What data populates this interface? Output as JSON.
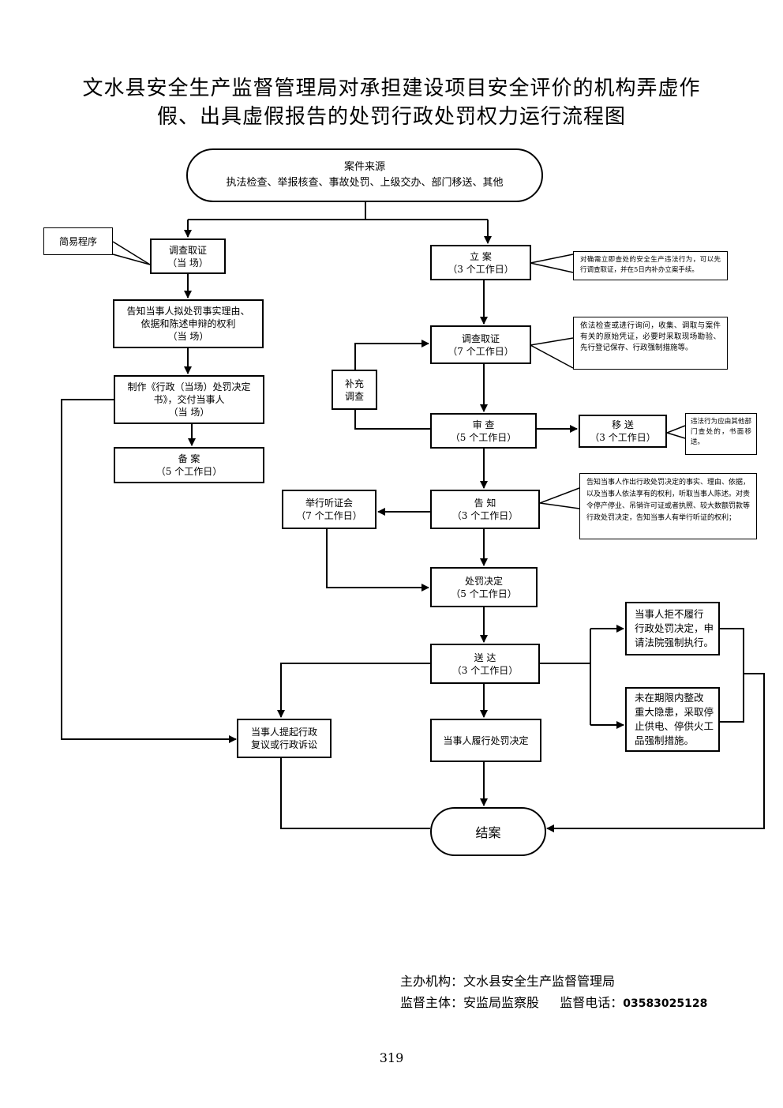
{
  "title": {
    "line1": "文水县安全生产监督管理局对承担建设项目安全评价的机构弄虚作",
    "line2": "假、出具虚假报告的处罚行政处罚权力运行流程图"
  },
  "source": {
    "line1": "案件来源",
    "line2": "执法检查、举报核查、事故处罚、上级交办、部门移送、其他"
  },
  "simple": {
    "label": "简易程序",
    "investigate": {
      "line1": "调查取证",
      "line2": "（当  场）"
    },
    "notify": {
      "line1": "告知当事人拟处罚事实理由、",
      "line2": "依据和陈述申辩的权利",
      "line3": "（当       场）"
    },
    "decide": {
      "line1": "制作《行政（当场）处罚决定",
      "line2": "书》，交付当事人",
      "line3": "（当       场）"
    },
    "archive": {
      "line1": "备       案",
      "line2": "（5 个工作日）"
    }
  },
  "general": {
    "register": {
      "line1": "立       案",
      "line2": "（3 个工作日）"
    },
    "register_note": "对确需立即查处的安全生产违法行为，可以先行调查取证，并在5日内补办立案手续。",
    "investigate": {
      "line1": "调查取证",
      "line2": "（7 个工作日）"
    },
    "investigate_note": "依法检查或进行询问，收集、调取与案件有关的原始凭证，必要时采取现场勘验、先行登记保存、行政强制措施等。",
    "supplement": {
      "line1": "补充",
      "line2": "调查"
    },
    "review": {
      "line1": "审        查",
      "line2": "（5     个工作日）"
    },
    "transfer": {
      "line1": "移     送",
      "line2": "（3 个工作日）"
    },
    "transfer_note": "违法行为应由其他部门查处的，书面移送。",
    "inform": {
      "line1": "告       知",
      "line2": "（3 个工作日）"
    },
    "inform_note": "告知当事人作出行政处罚决定的事实、理由、依据，以及当事人依法享有的权利，听取当事人陈述。对责令停产停业、吊销许可证或者执照、较大数额罚款等行政处罚决定，告知当事人有举行听证的权利；",
    "hearing": {
      "line1": "举行听证会",
      "line2": "（7 个工作日）"
    },
    "decision": {
      "line1": "处罚决定",
      "line2": "（5 个工作日）"
    },
    "deliver": {
      "line1": "送       达",
      "line2": "（3 个工作日）"
    },
    "appeal": {
      "line1": "当事人提起行政",
      "line2": "复议或行政诉讼"
    },
    "comply": "当事人履行处罚决定",
    "refuse": {
      "line1": "当事人拒不履行",
      "line2": "行政处罚决定，申",
      "line3": "请法院强制执行。"
    },
    "hazard": {
      "line1": "未在期限内整改",
      "line2": "重大隐患，采取停",
      "line3": "止供电、停供火工",
      "line4": "品强制措施。"
    },
    "end": "结案"
  },
  "footer": {
    "org": "主办机构：文水县安全生产监督管理局",
    "supervisor": "监督主体：安监局监察股",
    "phone_label": "监督电话：",
    "phone": "03583025128"
  },
  "page_number": "319"
}
